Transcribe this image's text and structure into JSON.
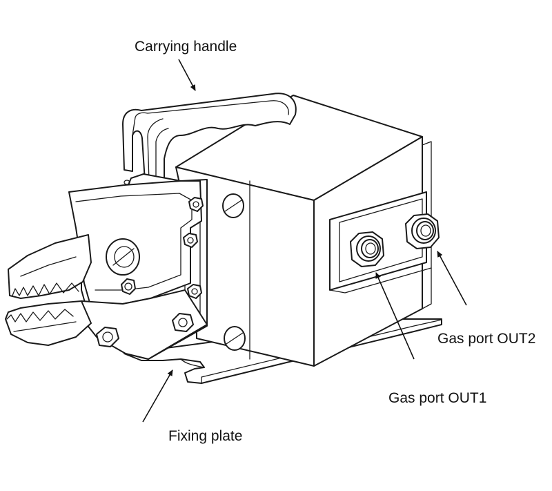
{
  "labels": {
    "carrying_handle": "Carrying handle",
    "gas_port_out2": "Gas port OUT2",
    "gas_port_out1": "Gas port OUT1",
    "fixing_plate": "Fixing plate"
  },
  "colors": {
    "line": "#1a1a1a",
    "text": "#111111",
    "background": "#ffffff"
  }
}
